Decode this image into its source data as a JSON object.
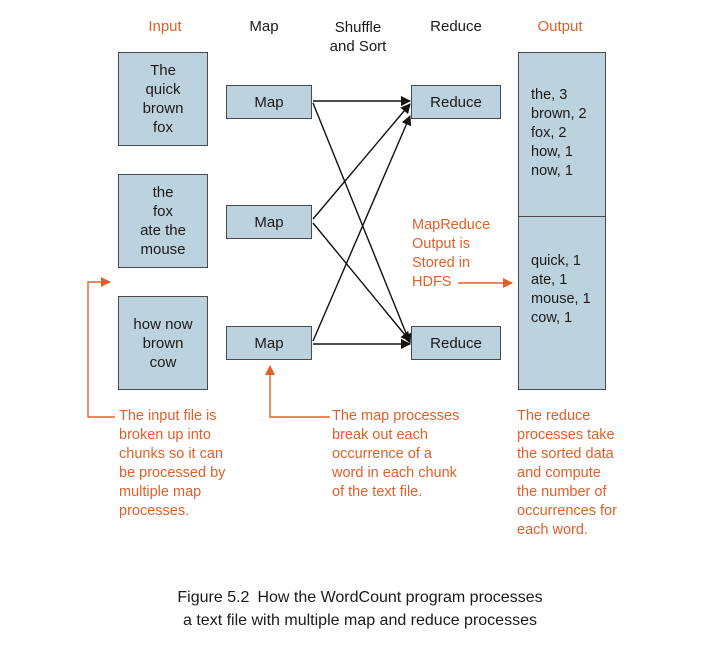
{
  "headers": {
    "input": "Input",
    "map": "Map",
    "shuffle": "Shuffle\nand Sort",
    "reduce": "Reduce",
    "output": "Output"
  },
  "input_chunks": [
    "The\nquick\nbrown\nfox",
    "the\nfox\nate the\nmouse",
    "how now\nbrown\ncow"
  ],
  "map_boxes": [
    "Map",
    "Map",
    "Map"
  ],
  "reduce_boxes": [
    "Reduce",
    "Reduce"
  ],
  "output_groups": [
    "the, 3\nbrown, 2\nfox, 2\nhow, 1\nnow, 1",
    "quick, 1\nate, 1\nmouse, 1\ncow, 1"
  ],
  "notes": {
    "hdfs": "MapReduce\nOutput is\nStored in\nHDFS",
    "input_note": "The input file is\nbroken up into\nchunks so it can\nbe processed by\nmultiple map\nprocesses.",
    "map_note": "The map processes\nbreak out each\noccurrence of a\nword in each chunk\nof the text file.",
    "reduce_note": "The reduce\nprocesses take\nthe sorted data\nand compute\nthe number of\noccurrences for\neach word."
  },
  "caption": {
    "label": "Figure 5.2",
    "text": "How the WordCount program processes\na text file with multiple map and reduce processes"
  },
  "colors": {
    "box_fill": "#bcd3df",
    "accent": "#e0602a"
  }
}
